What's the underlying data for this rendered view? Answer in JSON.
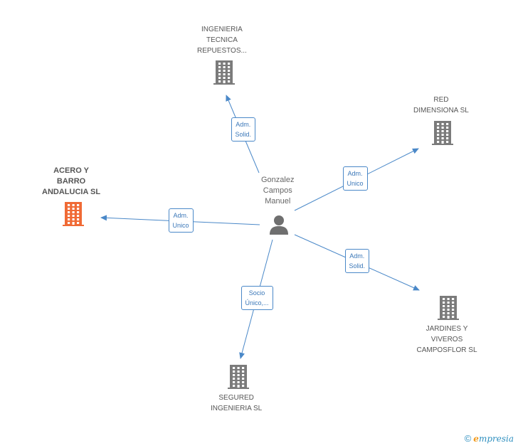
{
  "colors": {
    "edge": "#4a88c8",
    "company_icon": "#7b7b7b",
    "main_icon": "#f06a35",
    "person_icon": "#6f6f6f"
  },
  "center": {
    "lines": [
      "Gonzalez",
      "Campos",
      "Manuel"
    ],
    "icon": "person-icon"
  },
  "companies": [
    {
      "id": "ingenieria",
      "lines": [
        "INGENIERIA",
        "TECNICA",
        "REPUESTOS..."
      ],
      "icon": "building-icon",
      "highlight": false
    },
    {
      "id": "red",
      "lines": [
        "RED",
        "DIMENSIONA  SL"
      ],
      "icon": "building-icon",
      "highlight": false
    },
    {
      "id": "acero",
      "lines": [
        "ACERO Y",
        "BARRO",
        "ANDALUCIA SL"
      ],
      "icon": "building-icon",
      "highlight": true
    },
    {
      "id": "jardines",
      "lines": [
        "JARDINES Y",
        "VIVEROS",
        "CAMPOSFLOR SL"
      ],
      "icon": "building-icon",
      "highlight": false
    },
    {
      "id": "segured",
      "lines": [
        "SEGURED",
        "INGENIERIA SL"
      ],
      "icon": "building-icon",
      "highlight": false
    }
  ],
  "relations": [
    {
      "target": "ingenieria",
      "lines": [
        "Adm.",
        "Solid."
      ]
    },
    {
      "target": "red",
      "lines": [
        "Adm.",
        "Unico"
      ]
    },
    {
      "target": "acero",
      "lines": [
        "Adm.",
        "Unico"
      ]
    },
    {
      "target": "jardines",
      "lines": [
        "Adm.",
        "Solid."
      ]
    },
    {
      "target": "segured",
      "lines": [
        "Socio",
        "Único,..."
      ]
    }
  ],
  "footer": {
    "copyright_symbol": "©",
    "brand_initial": "e",
    "brand_rest": "mpresia"
  }
}
